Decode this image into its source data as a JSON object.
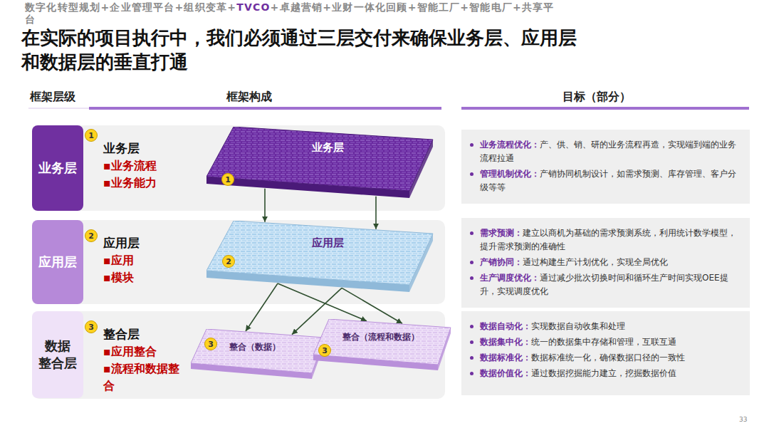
{
  "diagram": {
    "title": "在实际的项目执行中，我们必须通过三层交付来确保业务层、应用层和数据层的垂直打通",
    "nodes": [
      {
        "text": [
          "业务层",
          "▪业务流程",
          "▪业务能力"
        ]
      },
      {
        "text": [
          "业务层"
        ],
        "in": 0
      },
      {
        "text": [
          "应用层",
          "▪应用",
          "▪模块"
        ]
      },
      {
        "text": [
          "应用层"
        ],
        "in": 2
      },
      {
        "text": [
          "整合层",
          "▪应用整合",
          "▪流程和数据整合"
        ]
      },
      {
        "text": [
          "数据 整合层"
        ],
        "in": 4
      },
      {
        "text": [
          "业务层"
        ]
      },
      {
        "text": [
          "应用层"
        ]
      },
      {
        "text": [
          "整合（数据）"
        ]
      },
      {
        "text": [
          "整合（流程和数据）"
        ]
      },
      {
        "text": [
          "业务流程优化：产、供、销、研的业务流程再造，实现端到端的业务流程拉通",
          "管理机制优化：产销协同机制设计，如需求预测、库存管理、客户分级等等"
        ]
      },
      {
        "text": [
          "需求预测：建立以商机为基础的需求预测系统，利用统计数学模型，提升需求预测的准确性",
          "产销协同：通过构建生产计划优化，实现全局优化",
          "生产调度优化：通过减少批次切换时间和循环生产时间实现OEE提升，实现调度优化"
        ]
      },
      {
        "text": [
          "数据自动化：实现数据自动收集和处理",
          "数据集中化：统一的数据集中存储和管理，互联互通",
          "数据标准化：数据标准统一化，确保数据口径的一致性",
          "数据价值化：通过数据挖掘能力建立，挖掘数据价值"
        ]
      }
    ],
    "edges": [
      {
        "from": 6,
        "to": 7,
        "arrow": "to"
      },
      {
        "from": 6,
        "to": 7,
        "arrow": "to"
      },
      {
        "from": 7,
        "to": 8,
        "arrow": "to"
      },
      {
        "from": 7,
        "to": 9,
        "arrow": "to"
      },
      {
        "from": 7,
        "to": 8,
        "arrow": "to"
      },
      {
        "from": 7,
        "to": 9,
        "arrow": "to"
      }
    ],
    "labels": [
      "数字化转型规划+企业管理平台+组织变革+TVCO+卓越营销+业财一体化回顾+智能工厂+智能电厂+共享平台",
      "框架层级",
      "框架构成",
      "目标（部分）",
      "1",
      "2",
      "3",
      "1",
      "2",
      "3",
      "3",
      "33"
    ]
  }
}
